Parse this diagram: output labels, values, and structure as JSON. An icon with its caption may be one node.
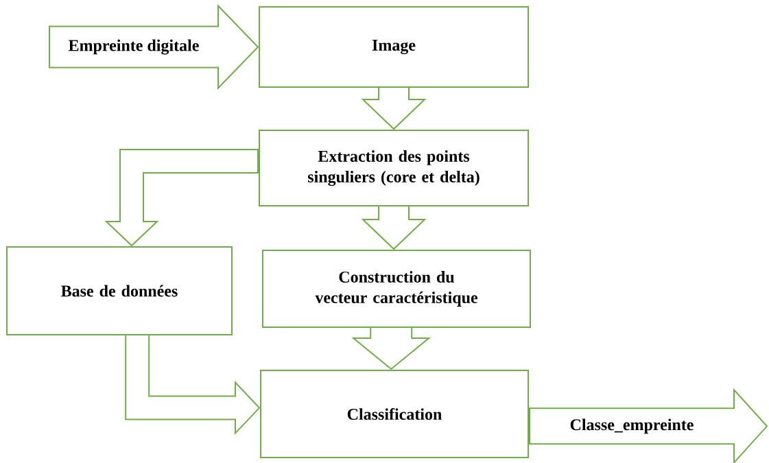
{
  "diagram": {
    "nodes": [
      {
        "text": [
          "Image"
        ]
      },
      {
        "text": [
          "Extraction des points singuliers (core et delta)"
        ]
      },
      {
        "text": [
          "Base de données"
        ]
      },
      {
        "text": [
          "Construction du vecteur caractéristique"
        ]
      },
      {
        "text": [
          "Classification"
        ]
      }
    ],
    "edges": [
      {
        "from": null,
        "to": 0,
        "arrow": "to",
        "label": "Empreinte digitale"
      },
      {
        "from": 0,
        "to": 1,
        "arrow": "to"
      },
      {
        "from": 1,
        "to": 2,
        "arrow": "to"
      },
      {
        "from": 1,
        "to": 3,
        "arrow": "to"
      },
      {
        "from": 2,
        "to": 4,
        "arrow": "to"
      },
      {
        "from": 3,
        "to": 4,
        "arrow": "to"
      },
      {
        "from": 4,
        "to": null,
        "arrow": "to",
        "label": "Classe_empreinte"
      }
    ]
  }
}
